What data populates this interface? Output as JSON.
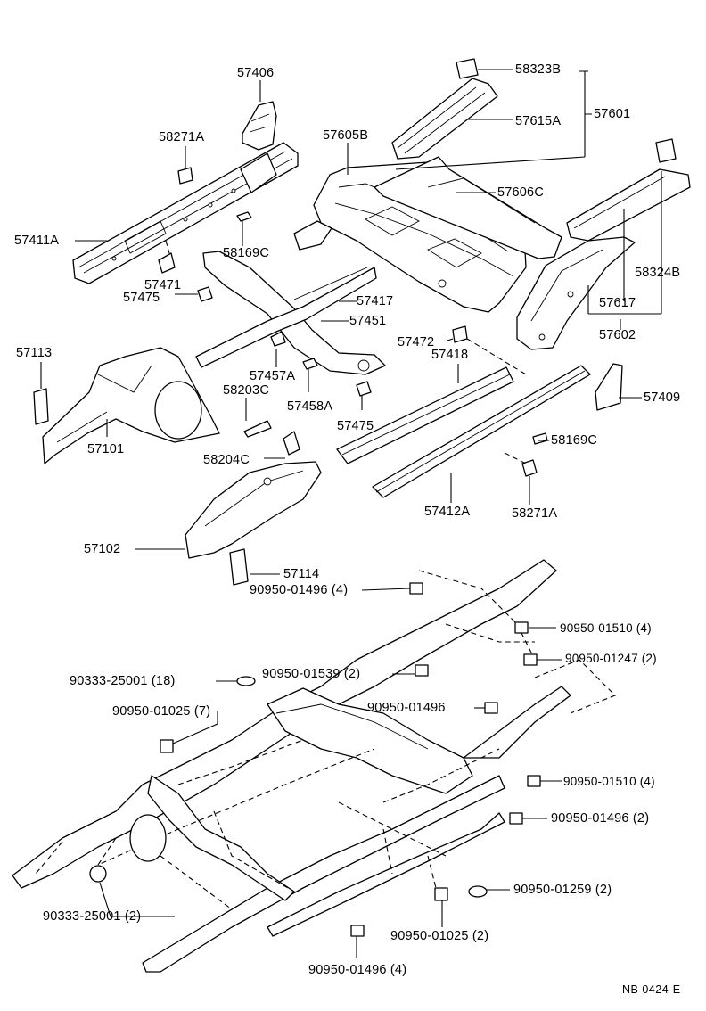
{
  "labels": {
    "p57406": "57406",
    "p58323B": "58323B",
    "p57601": "57601",
    "p57615A": "57615A",
    "p58271A_top": "58271A",
    "p57605B": "57605B",
    "p57606C": "57606C",
    "p57411A": "57411A",
    "p58169C_top": "58169C",
    "p58324B": "58324B",
    "p57471": "57471",
    "p57475_top": "57475",
    "p57417": "57417",
    "p57617": "57617",
    "p57451": "57451",
    "p57602": "57602",
    "p57113": "57113",
    "p57472": "57472",
    "p57418": "57418",
    "p58203C": "58203C",
    "p57457A": "57457A",
    "p57458A": "57458A",
    "p57409": "57409",
    "p57101": "57101",
    "p57475_mid": "57475",
    "p58169C_mid": "58169C",
    "p58204C": "58204C",
    "p57412A": "57412A",
    "p58271A_mid": "58271A",
    "p57102": "57102",
    "p57114": "57114",
    "p90950_01496_4_top": "90950-01496 (4)",
    "p90950_01510_4_top": "90950-01510 (4)",
    "p90950_01247_2": "90950-01247 (2)",
    "p90950_01539_2": "90950-01539 (2)",
    "p90333_25001_18": "90333-25001 (18)",
    "p90950_01496_mid": "90950-01496",
    "p90950_01025_7": "90950-01025 (7)",
    "p90950_01510_4_low": "90950-01510 (4)",
    "p90950_01496_2": "90950-01496 (2)",
    "p90950_01259_2": "90950-01259 (2)",
    "p90333_25001_2": "90333-25001 (2)",
    "p90950_01025_2": "90950-01025 (2)",
    "p90950_01496_4_bot": "90950-01496 (4)",
    "diagram_code": "NB  0424-E"
  }
}
